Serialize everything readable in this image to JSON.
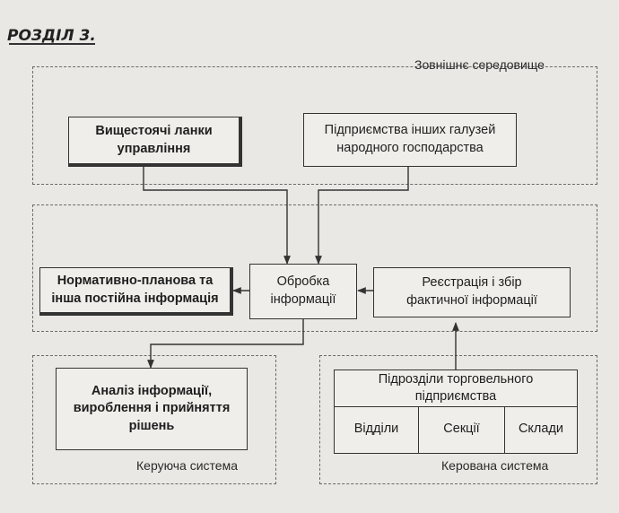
{
  "header": {
    "section": "РОЗДІЛ 3."
  },
  "regions": {
    "external": "Зовнішнє середовище",
    "control": "Керуюча система",
    "controlled": "Керована система"
  },
  "boxes": {
    "higher_mgmt": [
      "Вищестоячі ланки",
      "управління"
    ],
    "other_enterprises": [
      "Підприємства інших галузей",
      "народного господарства"
    ],
    "normative": [
      "Нормативно-планова та",
      "інша постійна інформація"
    ],
    "processing": [
      "Обробка",
      "інформації"
    ],
    "registration": [
      "Реєстрація і збір",
      "фактичної інформації"
    ],
    "analysis": [
      "Аналіз інформації,",
      "вироблення і прийняття",
      "рішень"
    ],
    "subdivisions": [
      "Підрозділи торговельного",
      "підприємства"
    ]
  },
  "units": [
    "Відділи",
    "Секції",
    "Склади"
  ]
}
